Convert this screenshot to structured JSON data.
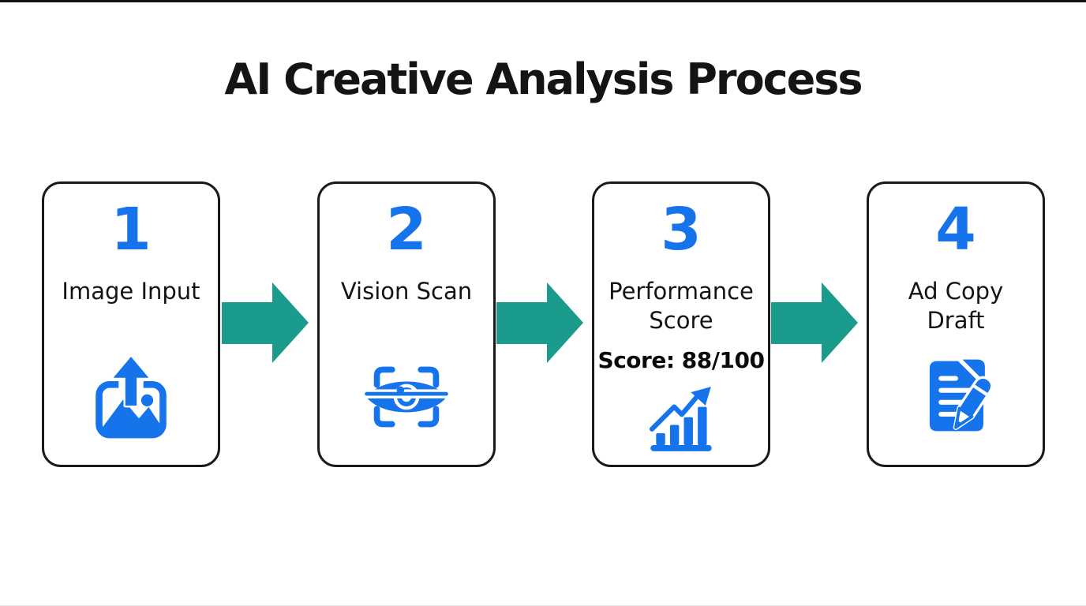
{
  "title": "AI Creative Analysis Process",
  "colors": {
    "accent_blue": "#1573eb",
    "arrow_teal": "#1a9b8c",
    "text_black": "#141414",
    "card_border": "#1a1a1a",
    "background": "#ffffff"
  },
  "steps": [
    {
      "number": "1",
      "label": "Image Input",
      "icon": "image-upload-icon"
    },
    {
      "number": "2",
      "label": "Vision Scan",
      "icon": "eye-scan-icon"
    },
    {
      "number": "3",
      "label": "Performance Score",
      "score_text": "Score: 88/100",
      "icon": "bar-chart-growth-icon"
    },
    {
      "number": "4",
      "label": "Ad Copy Draft",
      "icon": "document-pencil-icon"
    }
  ],
  "arrow_count": "3"
}
